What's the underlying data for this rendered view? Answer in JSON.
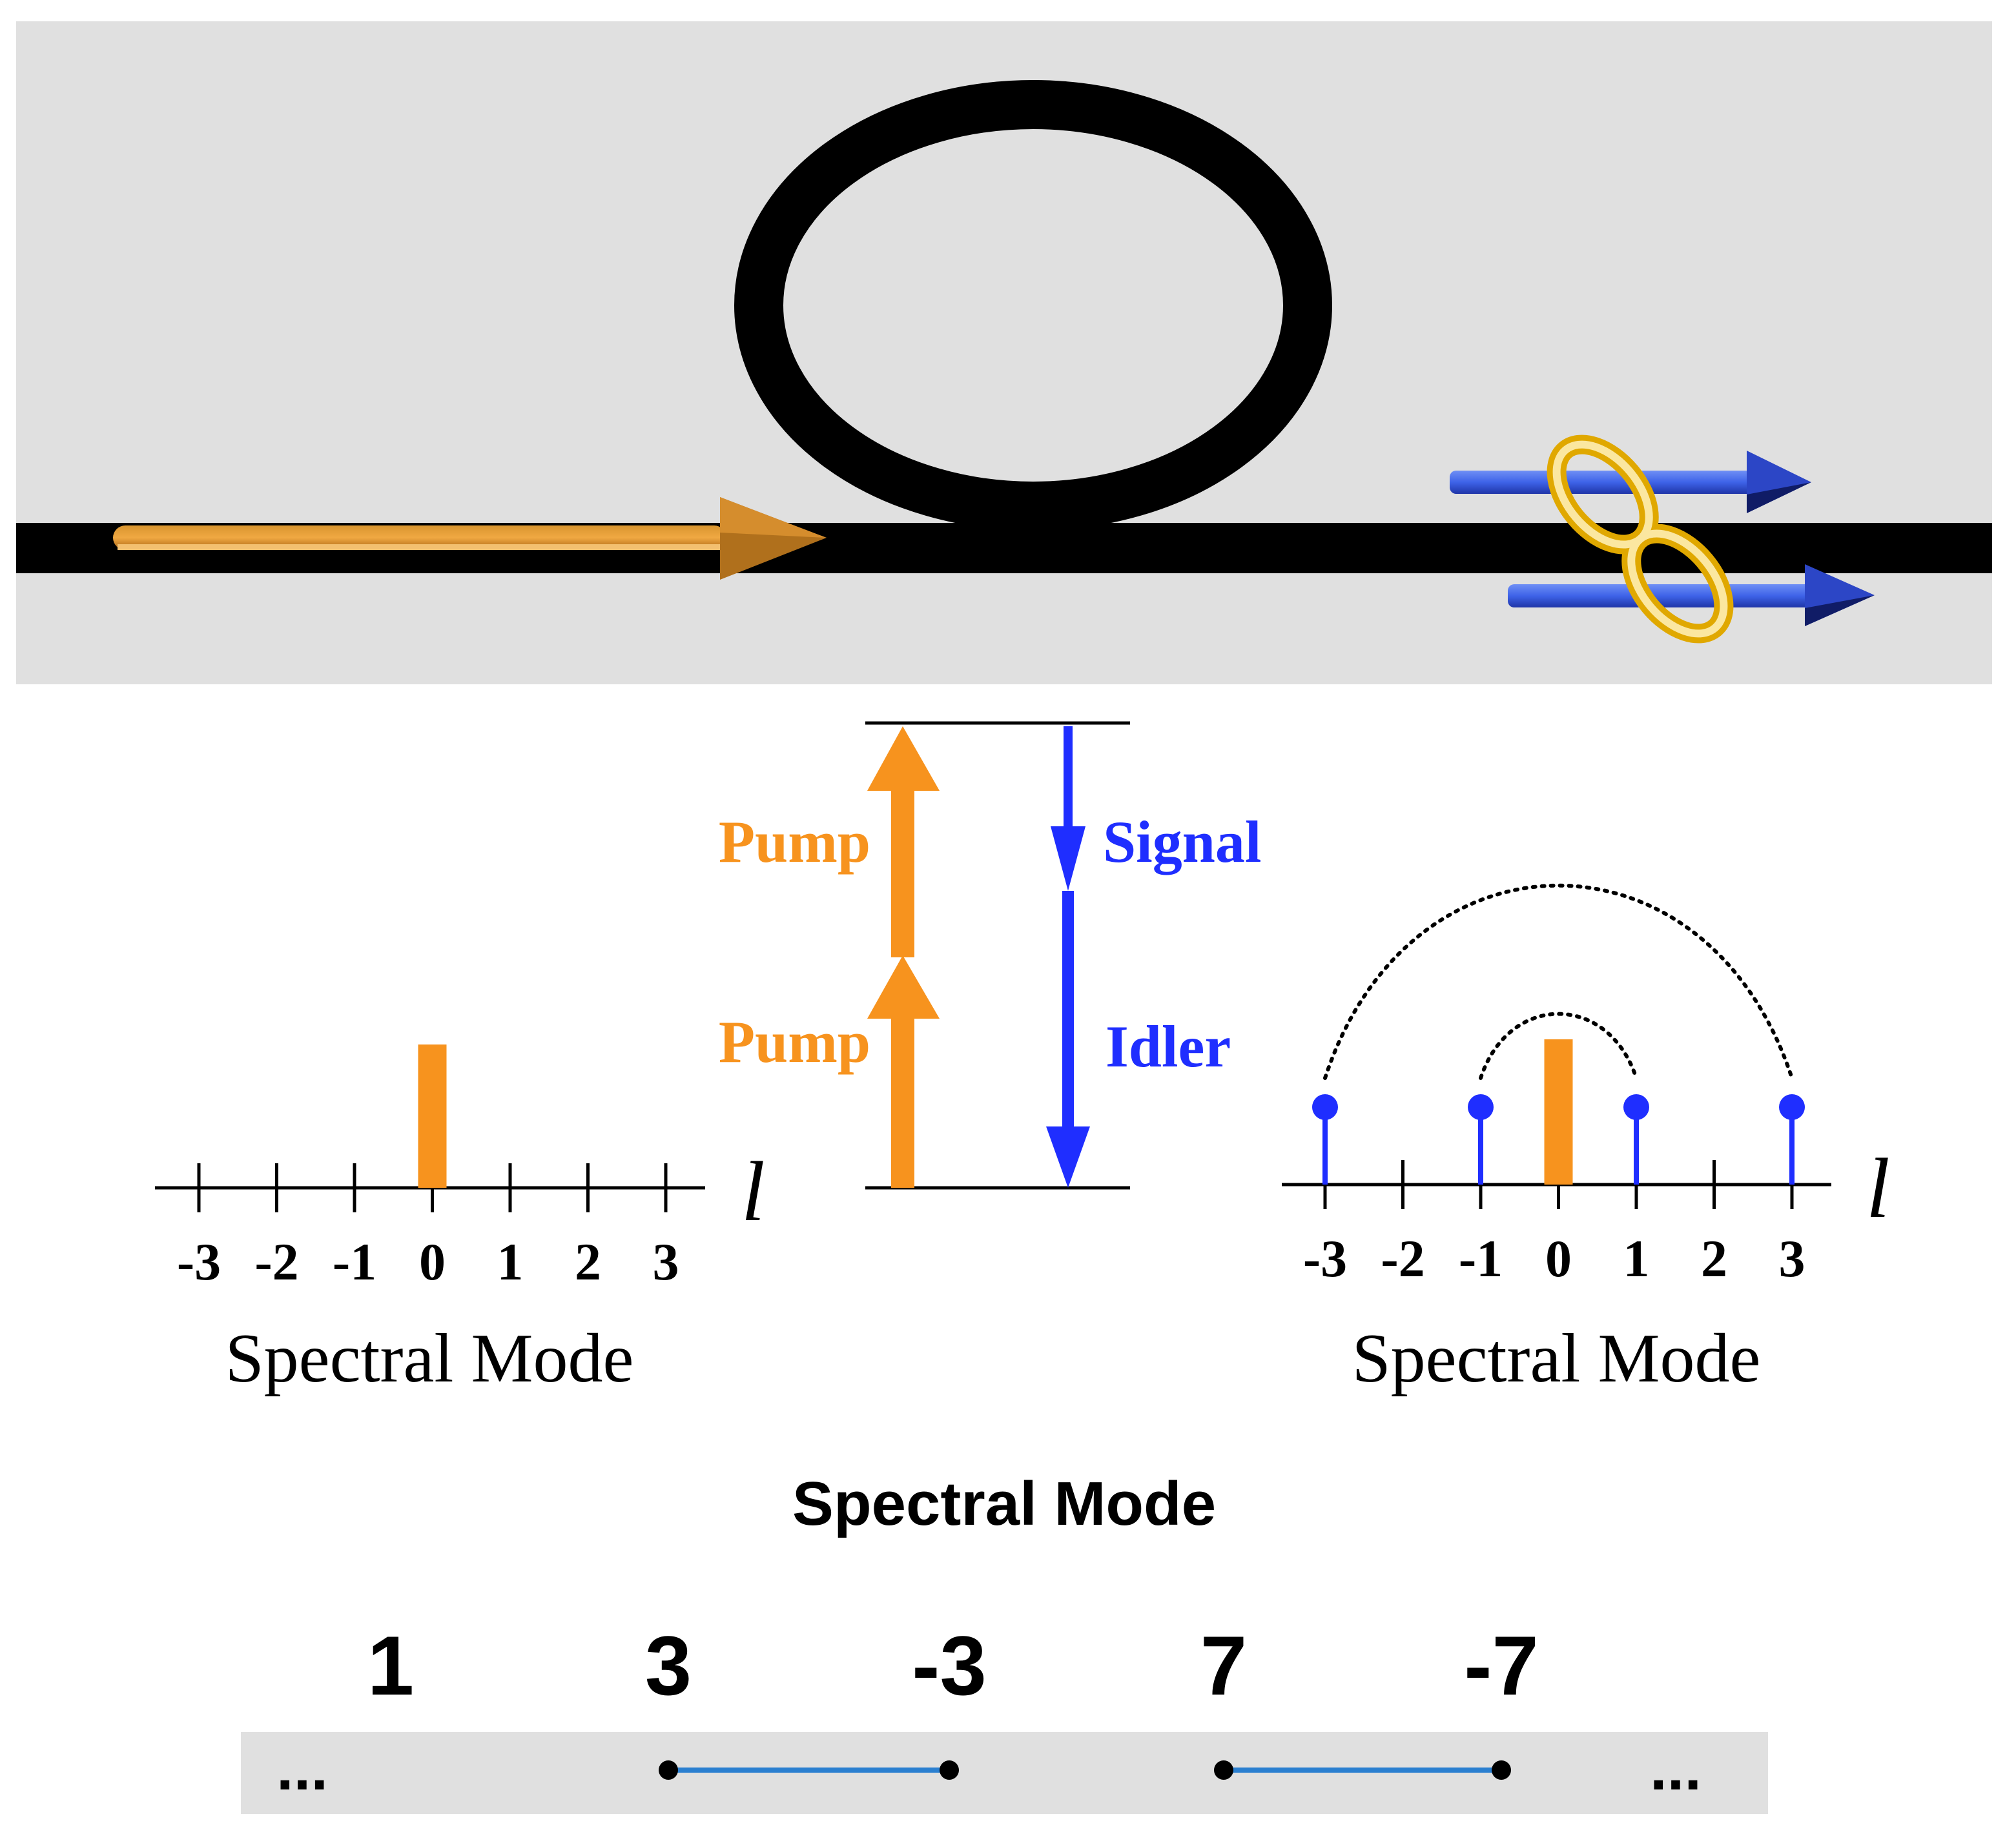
{
  "colors": {
    "panel_bg": "#e0e0e0",
    "waveguide": "#000000",
    "pump": "#f7931e",
    "pump_dark": "#b8731a",
    "signal_idler": "#1f2eff",
    "photon_arrow": "#3a5be0",
    "entangle": "#f5c518",
    "chain_line": "#2a7fd0"
  },
  "energy": {
    "pump_label_top": "Pump",
    "pump_label_bottom": "Pump",
    "signal_label": "Signal",
    "idler_label": "Idler"
  },
  "spectrum_left": {
    "axis_symbol": "l",
    "ticks": [
      "-3",
      "-2",
      "-1",
      "0",
      "1",
      "2",
      "3"
    ],
    "xlabel": "Spectral Mode",
    "pump_mode": 0
  },
  "spectrum_right": {
    "axis_symbol": "l",
    "ticks": [
      "-3",
      "-2",
      "-1",
      "0",
      "1",
      "2",
      "3"
    ],
    "xlabel": "Spectral Mode",
    "pump_mode": 0,
    "photon_modes": [
      -3,
      -1,
      1,
      3
    ],
    "pairs": [
      [
        -1,
        1
      ],
      [
        -3,
        3
      ]
    ]
  },
  "chain": {
    "title": "Spectral Mode",
    "labels": [
      "1",
      "3",
      "-3",
      "7",
      "-7"
    ],
    "ellipsis_left": "...",
    "ellipsis_right": "...",
    "links": [
      [
        "3",
        "-3"
      ],
      [
        "7",
        "-7"
      ]
    ]
  }
}
